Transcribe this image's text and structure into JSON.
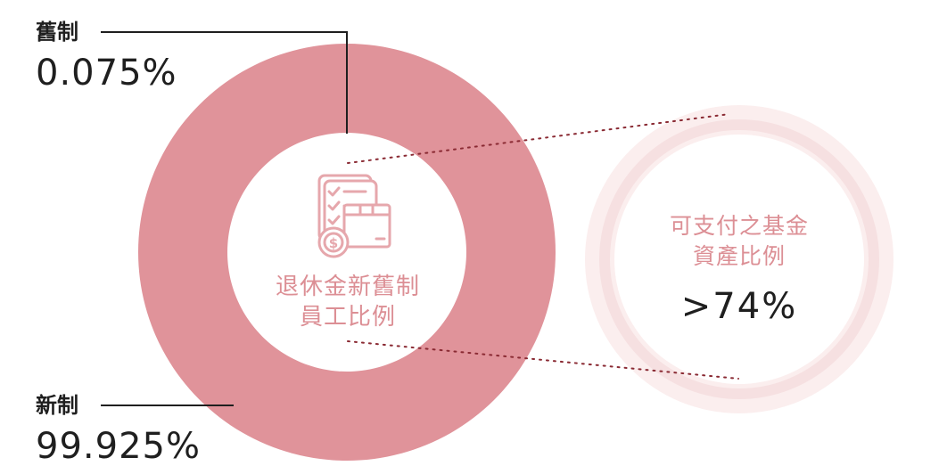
{
  "chart_data": {
    "type": "pie",
    "donut": true,
    "title": "退休金新舊制員工比例",
    "slices": [
      {
        "label": "新制",
        "value": 99.925,
        "display": "99.925%",
        "color": "#e0939a"
      },
      {
        "label": "舊制",
        "value": 0.075,
        "display": "0.075%",
        "color": "#1f1f1f"
      }
    ],
    "callout": {
      "label": "可支付之基金資產比例",
      "value": ">74%"
    }
  },
  "center": {
    "line1": "退休金新舊制",
    "line2": "員工比例"
  },
  "callout": {
    "line1": "可支付之基金",
    "line2": "資產比例",
    "value": ">74%"
  },
  "legend": {
    "old": {
      "name": "舊制",
      "value": "0.075%"
    },
    "new": {
      "name": "新制",
      "value": "99.925%"
    }
  },
  "colors": {
    "ring": "#e0939a",
    "accent_text": "#dc8f95",
    "icon": "#e6a7ac",
    "halo_outer": "#fbeeee",
    "halo_inner": "#f6e0e1",
    "dots": "#8a2a33",
    "dark": "#1f1f1f"
  },
  "icons": [
    "document-checklist-box-coin-icon"
  ]
}
